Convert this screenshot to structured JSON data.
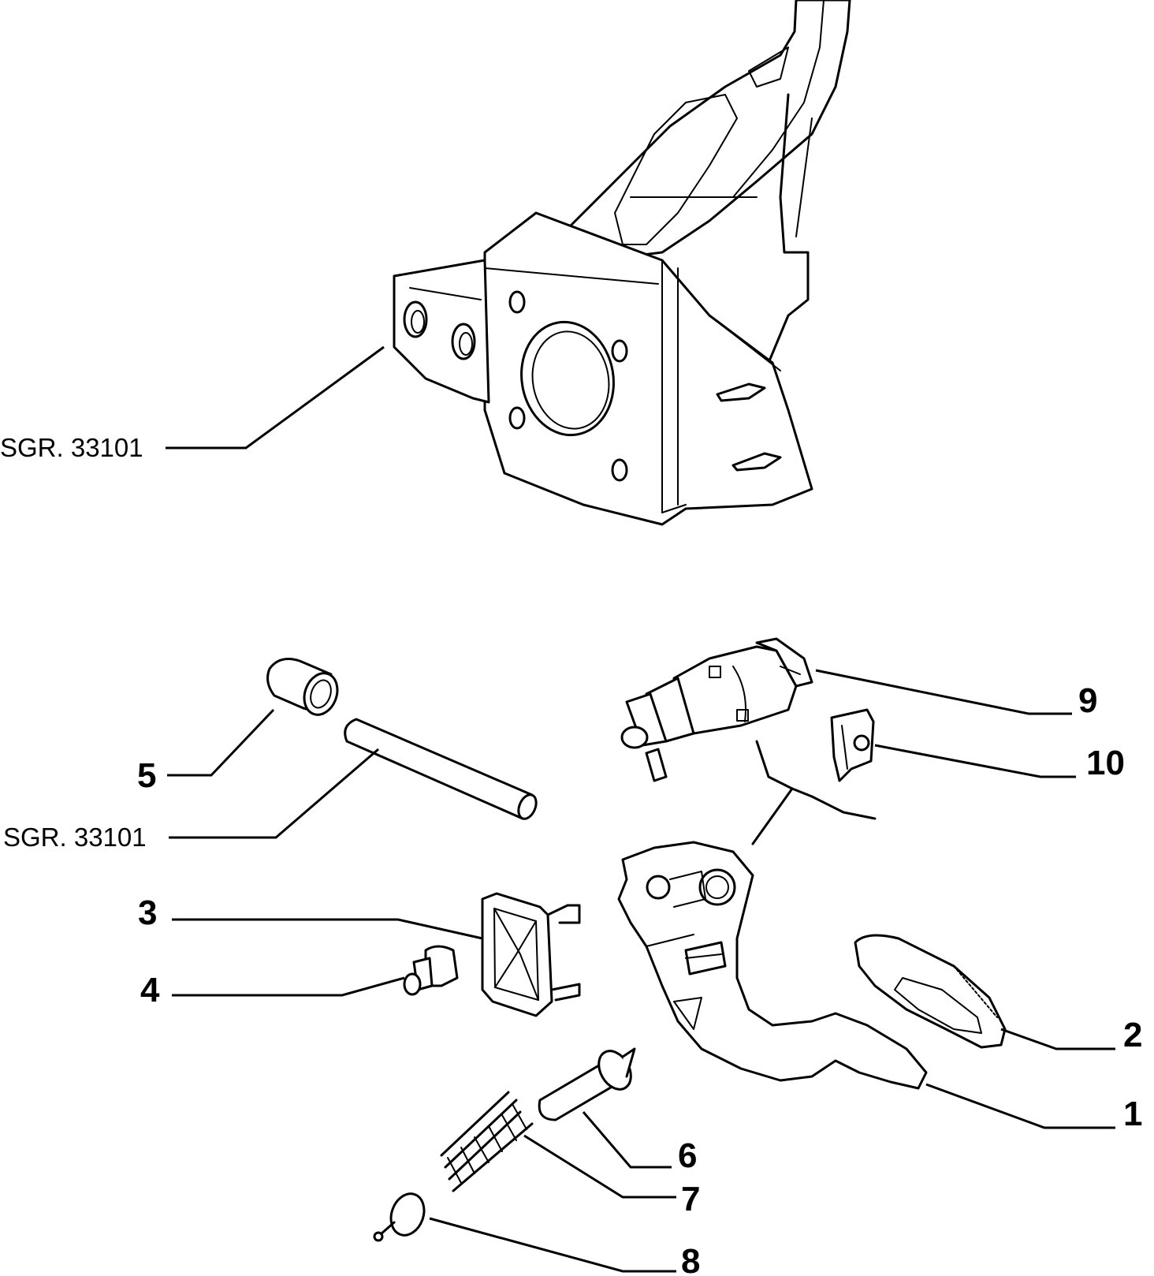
{
  "labels": {
    "bracket_ref": "SGR. 33101",
    "shaft_ref": "SGR. 33101",
    "part_1": "1",
    "part_2": "2",
    "part_3": "3",
    "part_4": "4",
    "part_5": "5",
    "part_6": "6",
    "part_7": "7",
    "part_8": "8",
    "part_9": "9",
    "part_10": "10"
  }
}
